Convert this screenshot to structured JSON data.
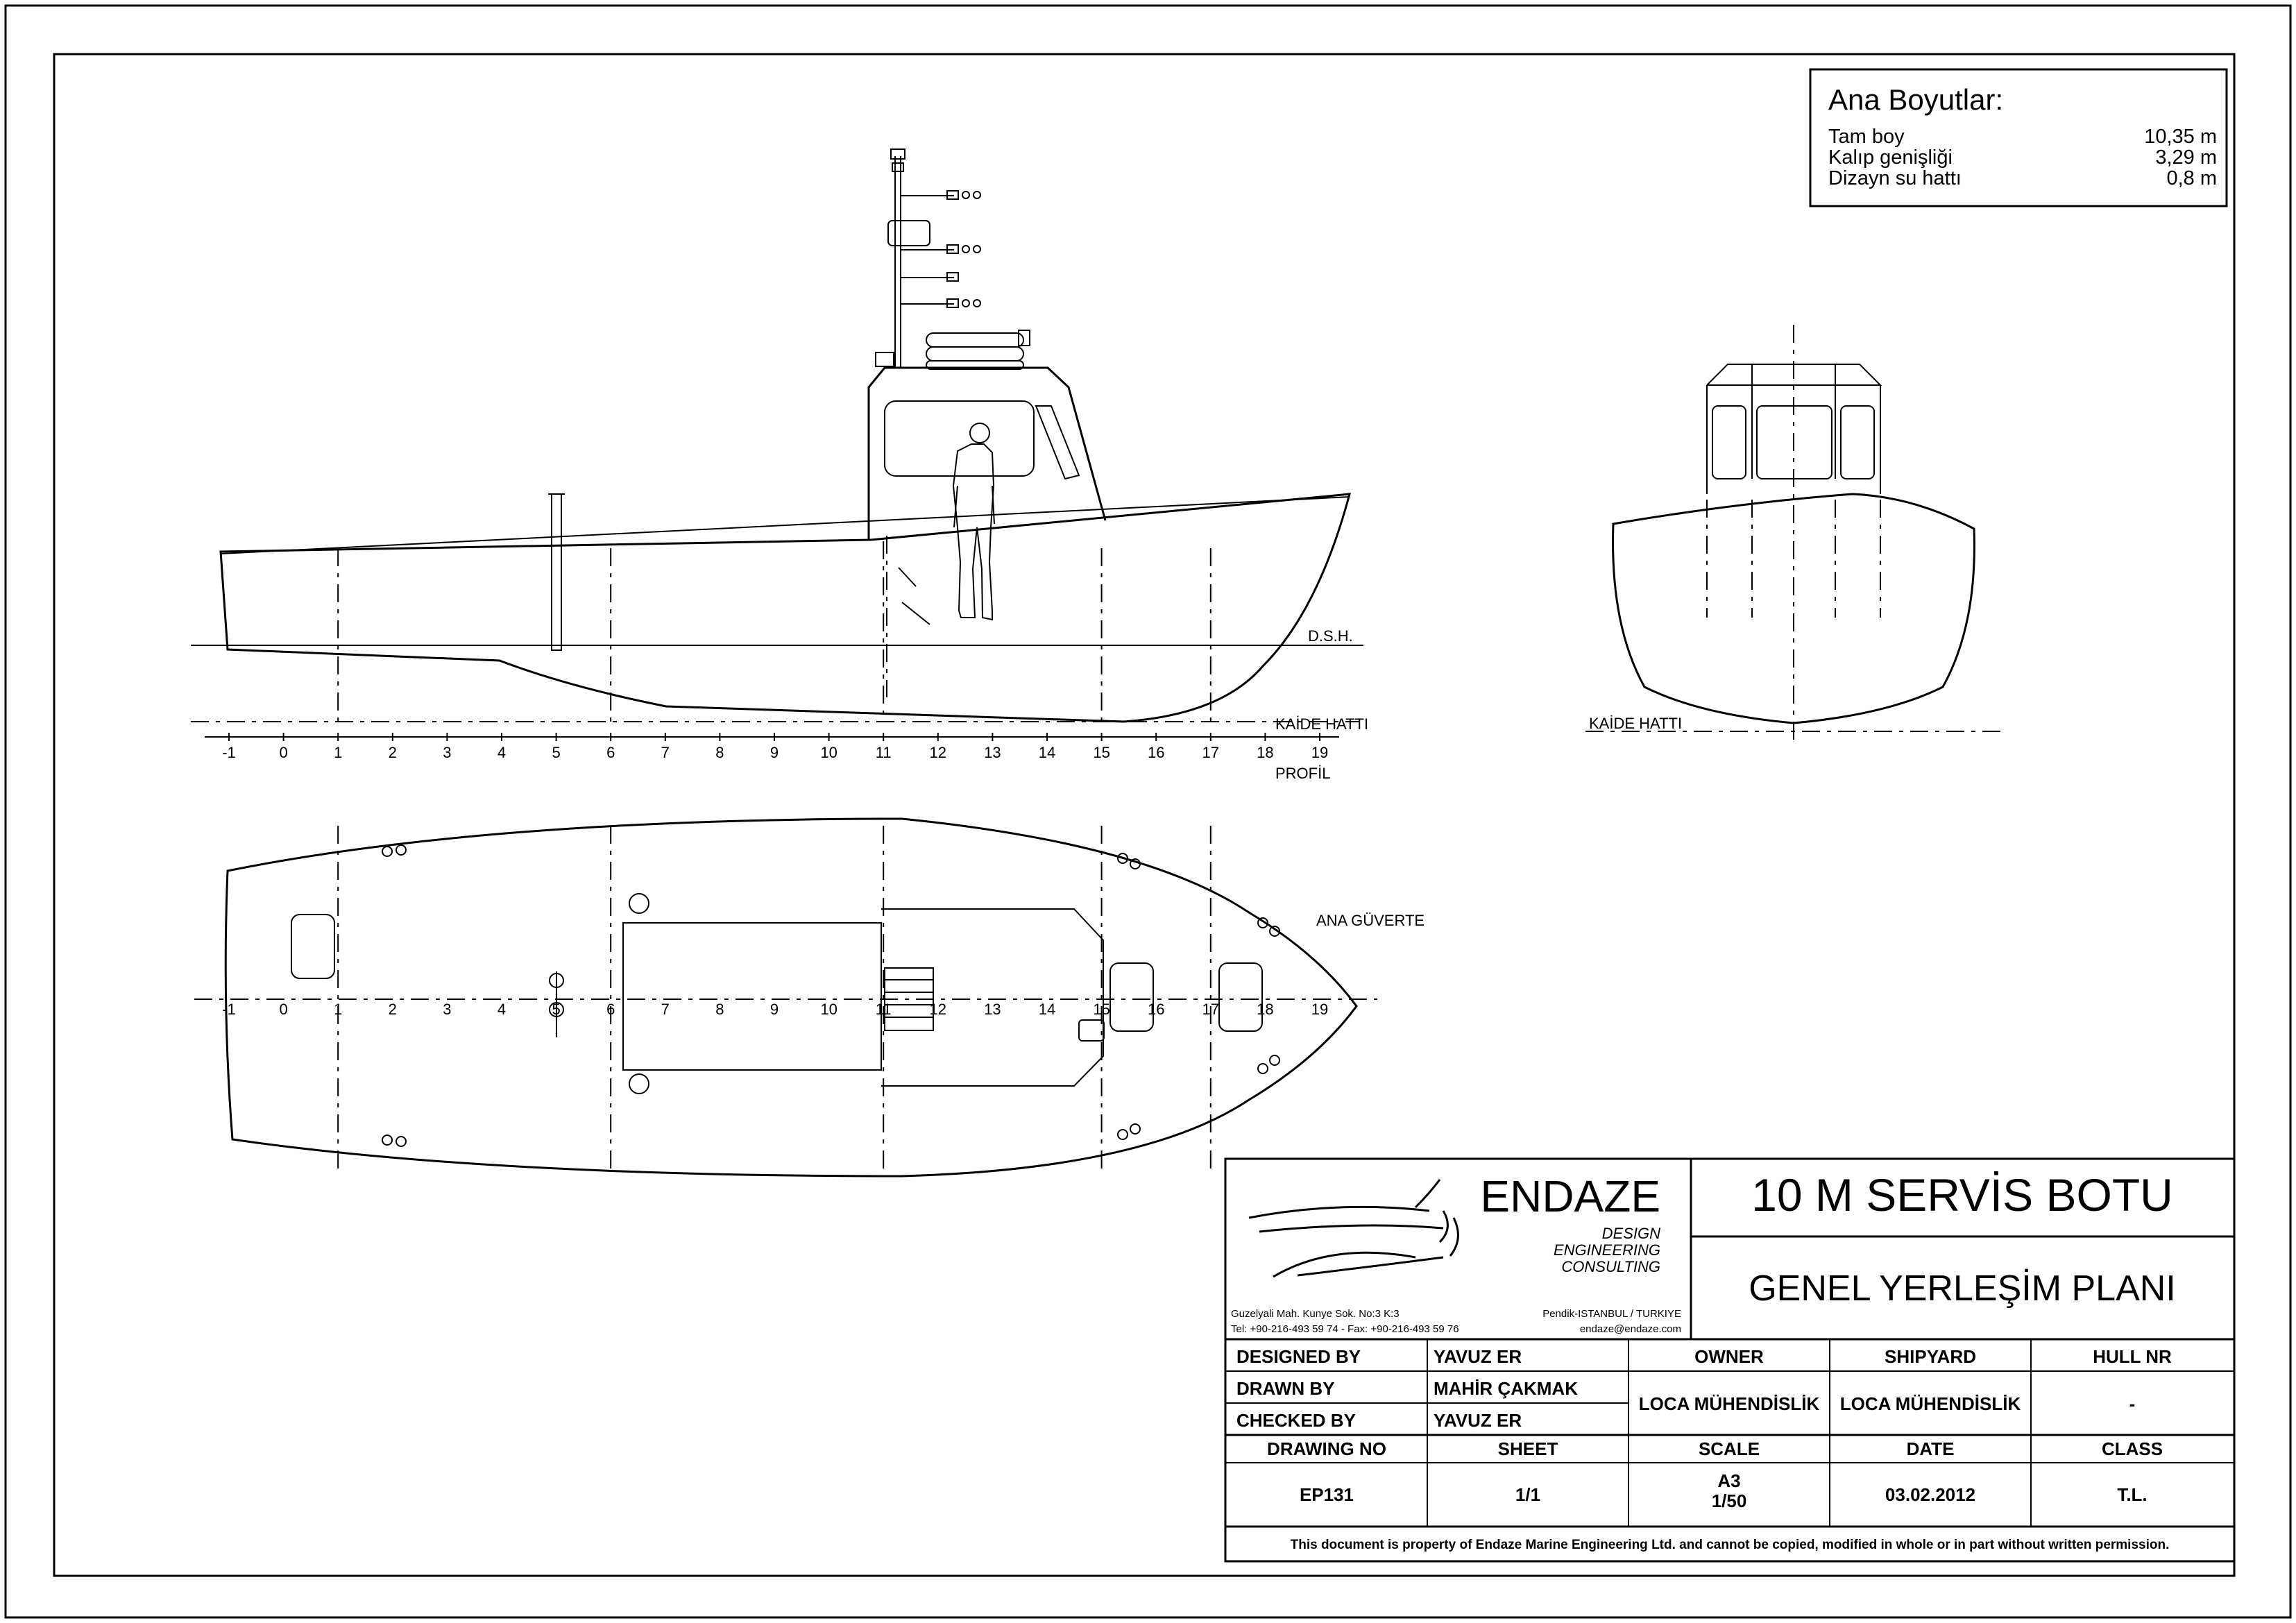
{
  "dimensions": {
    "heading": "Ana Boyutlar:",
    "rows": [
      {
        "label": "Tam boy",
        "value": "10,35 m"
      },
      {
        "label": "Kalıp genişliği",
        "value": "3,29 m"
      },
      {
        "label": "Dizayn su hattı",
        "value": "0,8 m"
      }
    ]
  },
  "profile": {
    "waterline_label": "D.S.H.",
    "baseline_label": "KAİDE HATTI",
    "view_label": "PROFİL",
    "stations": [
      "-1",
      "0",
      "1",
      "2",
      "3",
      "4",
      "5",
      "6",
      "7",
      "8",
      "9",
      "10",
      "11",
      "12",
      "13",
      "14",
      "15",
      "16",
      "17",
      "18",
      "19"
    ]
  },
  "body_plan": {
    "baseline_label": "KAİDE HATTI"
  },
  "deck_plan": {
    "view_label": "ANA GÜVERTE",
    "stations": [
      "-1",
      "0",
      "1",
      "2",
      "3",
      "4",
      "5",
      "6",
      "7",
      "8",
      "9",
      "10",
      "11",
      "12",
      "13",
      "14",
      "15",
      "16",
      "17",
      "18",
      "19"
    ]
  },
  "title_block": {
    "company": "ENDAZE",
    "tagline": [
      "DESIGN",
      "ENGINEERING",
      "CONSULTING"
    ],
    "address_left_1": "Guzelyali Mah. Kunye Sok. No:3 K:3",
    "address_left_2": "Tel: +90-216-493 59 74 - Fax: +90-216-493 59 76",
    "address_right_1": "Pendik-ISTANBUL / TURKIYE",
    "address_right_2": "endaze@endaze.com",
    "project_title": "10 M SERVİS BOTU",
    "drawing_title": "GENEL YERLEŞİM PLANI",
    "designed_by_label": "DESIGNED BY",
    "designed_by": "YAVUZ ER",
    "drawn_by_label": "DRAWN BY",
    "drawn_by": "MAHİR ÇAKMAK",
    "checked_by_label": "CHECKED BY",
    "checked_by": "YAVUZ ER",
    "owner_label": "OWNER",
    "owner": "LOCA MÜHENDİSLİK",
    "shipyard_label": "SHIPYARD",
    "shipyard": "LOCA MÜHENDİSLİK",
    "hull_nr_label": "HULL NR",
    "hull_nr": "-",
    "drawing_no_label": "DRAWING NO",
    "drawing_no": "EP131",
    "sheet_label": "SHEET",
    "sheet": "1/1",
    "scale_label": "SCALE",
    "scale_paper": "A3",
    "scale": "1/50",
    "date_label": "DATE",
    "date": "03.02.2012",
    "class_label": "CLASS",
    "class": "T.L.",
    "disclaimer": "This document is property of  Endaze Marine Engineering Ltd. and cannot be copied, modified in whole or in part without written permission."
  }
}
